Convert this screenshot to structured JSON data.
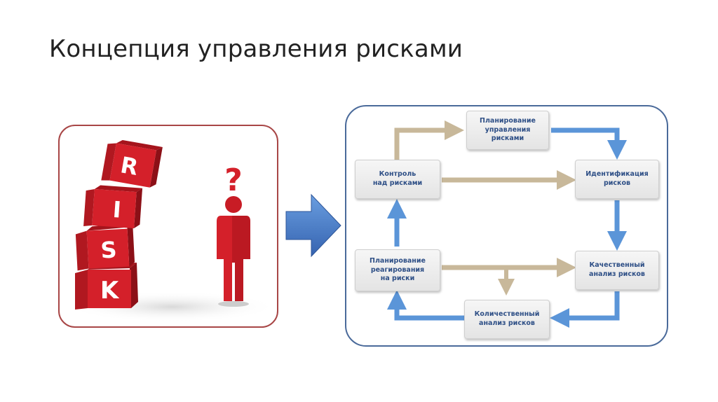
{
  "slide": {
    "title": "Концепция управления рисками"
  },
  "illustration": {
    "cube_letters": [
      "R",
      "I",
      "S",
      "K"
    ],
    "question_mark": "?",
    "colors": {
      "cube": "#d4202a",
      "figure": "#d4202a",
      "frame": "#a84646"
    }
  },
  "diagram": {
    "nodes": {
      "planning": "Планирование\nуправления\nрисками",
      "identification": "Идентификация\nрисков",
      "qualitative": "Качественный\nанализ рисков",
      "quantitative": "Количественный\nанализ рисков",
      "response": "Планирование\nреагирования\nна риски",
      "control": "Контроль\nнад рисками"
    },
    "colors": {
      "node_text": "#2e4f86",
      "blue_arrow": "#5b95d8",
      "tan_arrow": "#c8b89a",
      "frame": "#4a6a9a"
    }
  }
}
